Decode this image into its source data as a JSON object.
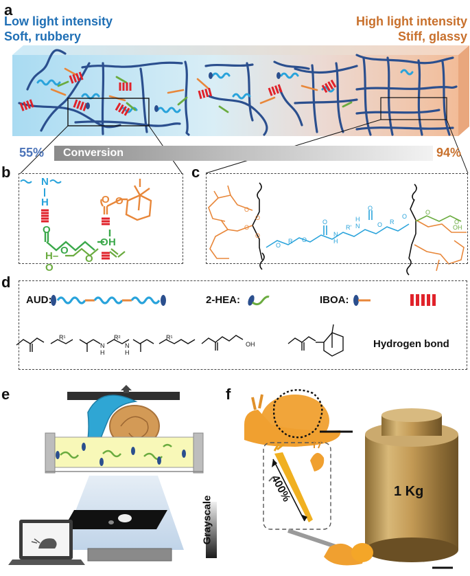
{
  "panels": {
    "a": "a",
    "b": "b",
    "c": "c",
    "d": "d",
    "e": "e",
    "f": "f"
  },
  "panel_a": {
    "low_line1": "Low light intensity",
    "low_line2": "Soft, rubbery",
    "high_line1": "High light intensity",
    "high_line2": "Stiff, glassy",
    "conversion_start": "55%",
    "conversion_label": "Conversion",
    "conversion_end": "94%",
    "colors": {
      "blue_fill": "#bfe3f4",
      "orange_fill": "#f3c9ad",
      "chain": "#2b4f8e",
      "aud_wave": "#29a3db",
      "orange_link": "#e8873a",
      "green_link": "#6aab3f",
      "hbond": "#e0222a"
    }
  },
  "panel_b": {
    "atoms": {
      "n": "N",
      "h1": "H",
      "o1": "O",
      "o2": "O",
      "o3": "O",
      "h2": "H",
      "o4": "O",
      "o5": "O",
      "o6": "O",
      "ho": "H–O"
    }
  },
  "panel_c": {
    "atoms": {
      "o_a": "O",
      "o_b": "O",
      "o_c": "O",
      "o_d": "O",
      "r1": "R",
      "n1": "N",
      "h1": "H",
      "r2": "R'",
      "n2": "N",
      "h2": "H",
      "r3": "R",
      "o_e": "O",
      "o_f": "O",
      "oh": "OH",
      "o_g": "O",
      "o_h": "O",
      "o_i": "O",
      "o_j": "O",
      "o_k": "O",
      "o_l": "O"
    }
  },
  "panel_d": {
    "aud": "AUD:",
    "hea": "2-HEA:",
    "iboa": "IBOA:",
    "hbond_label": "Hydrogen bond",
    "atoms": {
      "r1a": "R¹",
      "r2": "R²",
      "r1b": "R¹",
      "nh1": "H",
      "nh2": "H",
      "n1": "N",
      "n2": "N",
      "oh": "OH"
    }
  },
  "panel_e": {
    "grayscale": "Grayscale"
  },
  "panel_f": {
    "strain": "400%",
    "weight": "1 Kg"
  }
}
